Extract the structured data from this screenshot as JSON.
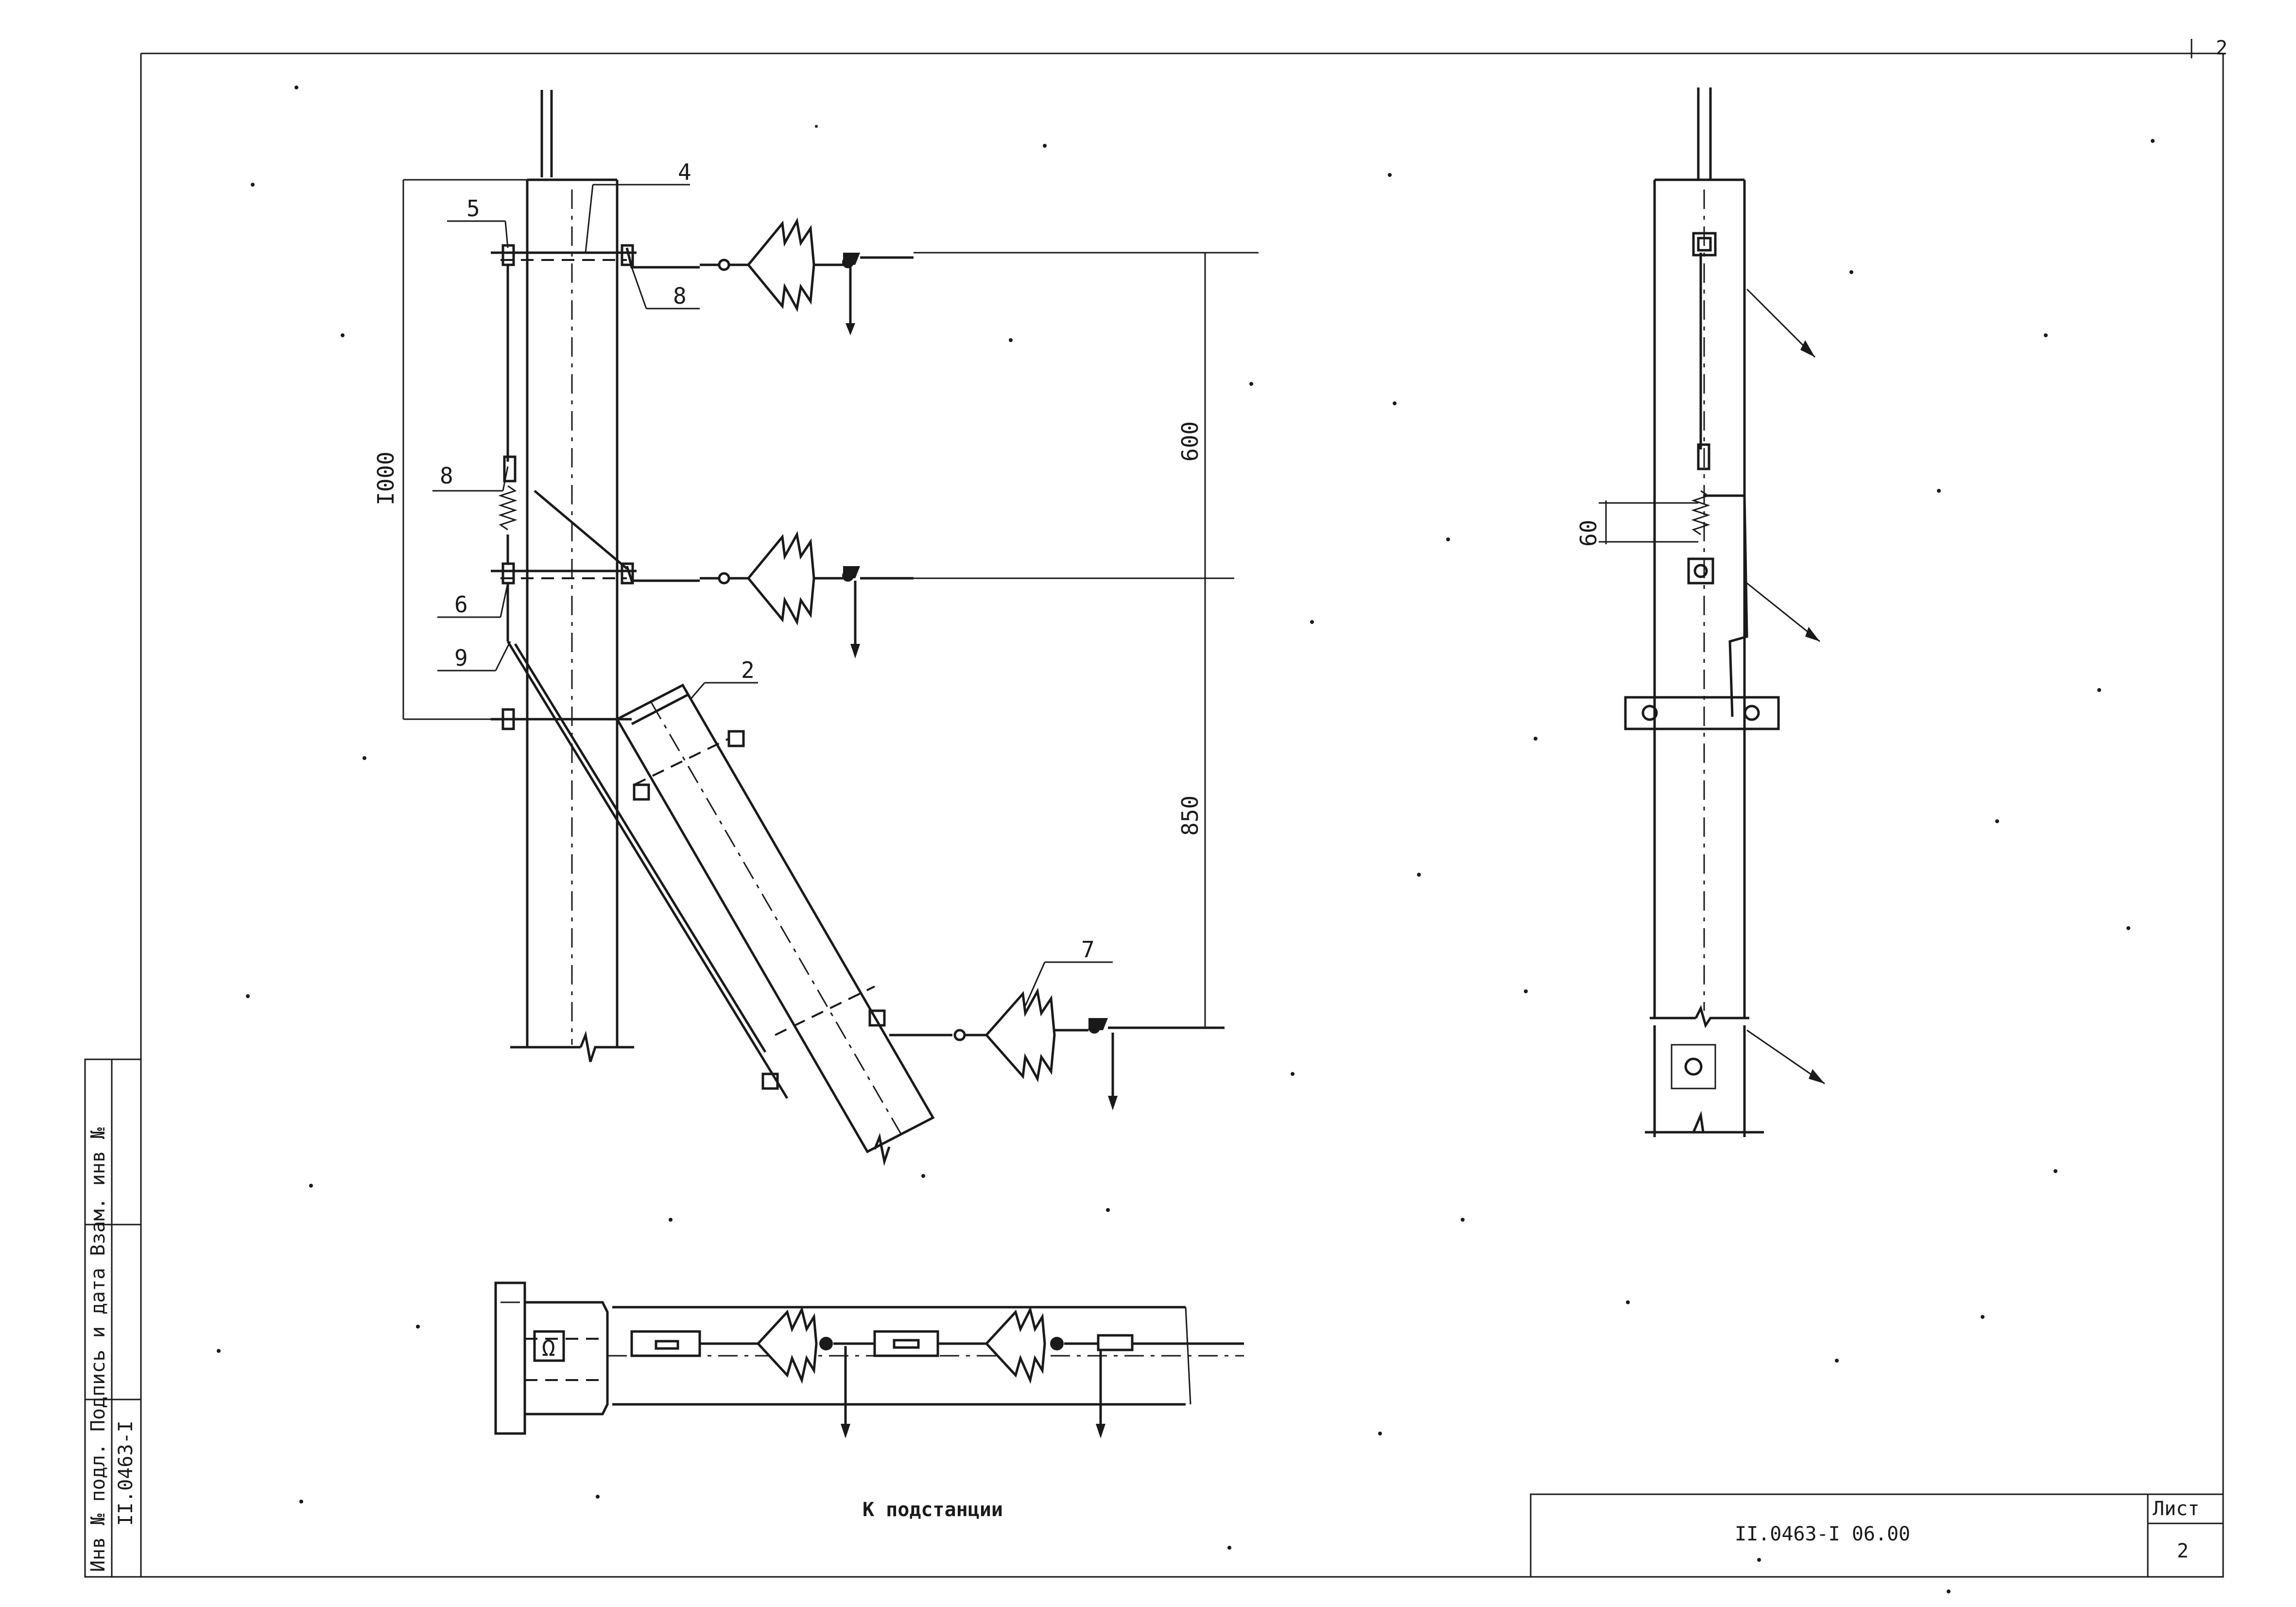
{
  "drawing": {
    "callouts": {
      "c2": "2",
      "c4": "4",
      "c5": "5",
      "c6": "6",
      "c7": "7",
      "c8a": "8",
      "c8b": "8",
      "c9": "9"
    },
    "dimensions": {
      "d1000": "I000",
      "d600": "600",
      "d850": "850",
      "d60": "60"
    },
    "plan_caption": "К подстанции"
  },
  "title_block": {
    "side_stamp_label": "Инв № подл. Подпись и дата Взам. инв №",
    "side_stamp_number": "II.0463-I",
    "document_code": "II.0463-I 06.00",
    "sheet_label": "Лист",
    "sheet_number": "2",
    "corner_mark": "2"
  }
}
